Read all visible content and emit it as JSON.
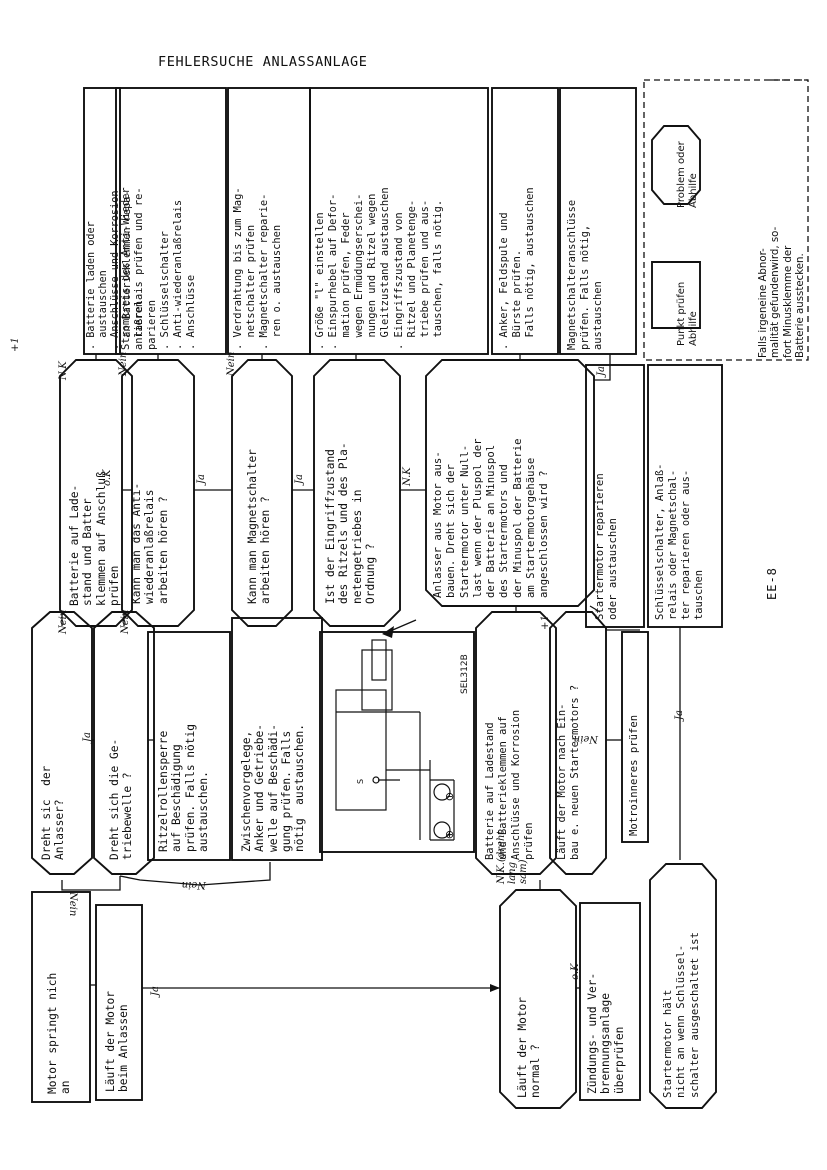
{
  "title": "FEHLERSUCHE ANLASSANLAGE",
  "page_number": "EE-8",
  "figure": {
    "code": "SEL312B",
    "terminal": "S"
  },
  "nodes": {
    "start": "Motor springt nich\nan",
    "q_motor_turns": "Läuft der Motor\nbeim Anlassen",
    "q_starter_turns": "Dreht sic  der\nAnlasser?",
    "q_gearshaft": "Dreht sich die Ge-\ntriebewelle ?",
    "a_roller": "Ritzelrollensperre\nauf Beschädigung\nprüfen. Falls nötig\naustauschen.",
    "a_intermediate": "Zwischenvorgelege,\nAnker und Getriebe-\nwelle auf Beschädi-\ngung prüfen. Falls\nnötig  austauschen.",
    "q_battery": "Batterie auf Lade-\nstand und Batter\nklemmen auf Anschluß\nprüfen",
    "a_battery": ". Batterie laden oder\n  austauschen\n. Anschlüsse und Korrosion\n  an Batterieklemmen repa-\n  rieren",
    "q_relay": "Kann man das Anti-\nwiederanlaßrelais\narbeiten hören ?",
    "a_relay": "Stromkreis des Anti-Wieder\nanlaßrelais prüfen und re-\nparieren\n. Schlüsselschalter\n. Anti-wiederanlaßrelais\n. Anschlüsse",
    "q_solenoid": "Kann man Magnetschalter\narbeiten hören ?",
    "a_solenoid": ". Verdrahtung bis zum Mag-\n  netschalter prüfen\n. Magnetschalter reparie-\n  ren o. austauschen",
    "q_engagement": "Ist der Eingriffzustand\ndes Ritzels und des Pla-\nnetengetriebes in\nOrdnung ?",
    "a_engagement": ". Größe \"l\" einstellen\n. Einspurhebel auf Defor-\n  mation prüfen, Feder\n  wegen Ermüdungserschei-\n  nungen und Ritzel wegen\n  Gleitzustand austauschen\n. Eingriffszustand von\n  Ritzel und Planetenge-\n  triebe prüfen und aus-\n  tauschen, falls nötig.",
    "q_removed": "Anlasser aus Motor aus-\nbauen. Dreht sich der\nStartermotor unter Null-\nlast wenn der Pluspol der\nder Batterie an Minuspol\ndes Startermotors und\nder Minuspol der Batterie\nam Startermotorgehäuse\nangeschlossen wird ?",
    "a_armature": ". Anker, Feldspule und\n  Bürste prüfen.\n  Falls nötig, austauschen",
    "a_terminals": "Magnetschalteranschlüsse\nprüfen. Falls nötig,\naustauschen",
    "q_bat_check2": "Batterie auf Ladestand\nund Batterieklemmen auf\nAnschlüsse und Korrosion\nprüfen",
    "q_new_starter": "Läuft der Motor nach Ein-\nbau e. neuen Startermotors ?",
    "a_repair_starter": "Startermotor reparieren\noder austauschen",
    "a_motor_inside": "Motroinneres prüfen",
    "a_switch_repair": "Schlüsselschalter, Anlaß-\nrelais oder Magnetschal-\nter reparieren oder aus-\ntauschen",
    "q_normal": "Läuft der Motor\nnormal ?",
    "a_ignition": "Zündungs- und Ver-\nbrennungsanlage\nüberprüfen",
    "q_stays_on": "Startermotor hält\nnicht an wenn Schlüssel-\nschalter ausgeschaltet ist"
  },
  "legend": {
    "problem": "Problem oder\nAbhilfe",
    "check": "Punkt prüfen\nAbhilfe",
    "note": "Falls irgeneine Abnor-\nmalität gefundenwird, so-\nfort Minusklemme der\nBatterie ausstecken."
  },
  "handwritten": {
    "ja1": "Ja",
    "ja2": "Ja",
    "ja3": "Ja",
    "ja4": "Ja",
    "ja5": "Ja",
    "ja6": "Ja",
    "nein1": "Nein",
    "nein2": "Nein",
    "nein3": "Nein",
    "nein4": "Nein",
    "nein5": "Nein",
    "nein6": "Nein",
    "nein7": "Nein",
    "ok1": "o.K",
    "ok2": "o.K",
    "nk1": "N.K",
    "nk2": "N.K",
    "nk_dreht": "N.K.(dreht\nlang\nsam)",
    "t1a": "+1",
    "t1b": "+1"
  }
}
